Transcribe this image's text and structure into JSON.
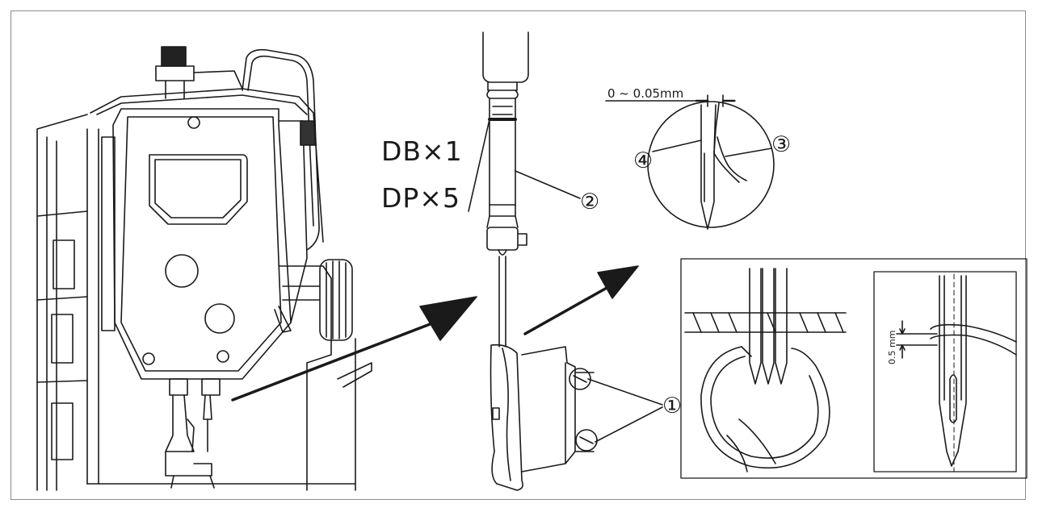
{
  "labels": {
    "needle_type_1": "DB×1",
    "needle_type_2": "DP×5",
    "clearance": "0 ~ 0.05mm",
    "height": "0.5 mm",
    "callout_1": "①",
    "callout_2": "②",
    "callout_3": "③",
    "callout_4": "④"
  },
  "colors": {
    "line": "#1a1a1a",
    "frame": "#8c8c8c",
    "background": "#ffffff"
  }
}
